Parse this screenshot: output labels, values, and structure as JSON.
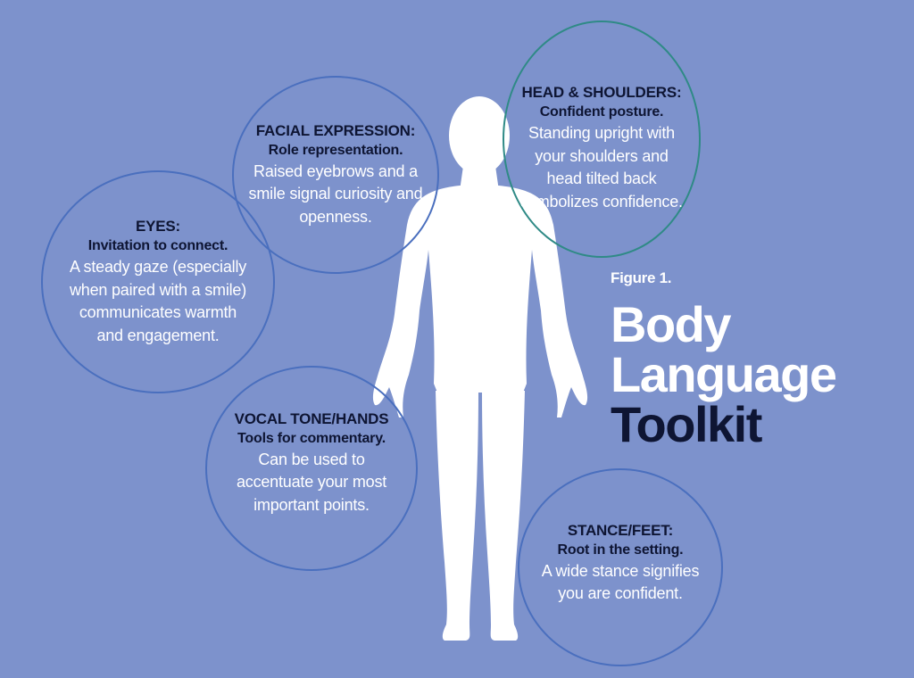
{
  "figure": {
    "label": "Figure 1.",
    "title_lines": [
      "Body",
      "Language",
      "Toolkit"
    ]
  },
  "callouts": {
    "eyes": {
      "heading": "EYES:",
      "subheading": "Invitation to connect.",
      "body": "A steady gaze (especially when paired with a smile) communicates warmth and engagement."
    },
    "facial": {
      "heading": "FACIAL EXPRESSION:",
      "subheading": "Role representation.",
      "body": "Raised eyebrows and a smile signal curiosity and openness."
    },
    "head_shoulders": {
      "heading": "HEAD & SHOULDERS:",
      "subheading": "Confident posture.",
      "body": "Standing upright with your shoulders and head tilted back symbolizes confidence."
    },
    "vocal": {
      "heading": "VOCAL TONE/HANDS",
      "subheading": "Tools for commentary.",
      "body": "Can be used to accentuate your most important points."
    },
    "stance": {
      "heading": "STANCE/FEET:",
      "subheading": "Root in the setting.",
      "body": "A wide stance signifies you are confident."
    }
  },
  "colors": {
    "background": "#7d92cc",
    "figure": "#ffffff",
    "circle_outline": "#4a6fbe",
    "circle_outline_accent": "#2f8a86",
    "dark_text": "#0e1533"
  }
}
